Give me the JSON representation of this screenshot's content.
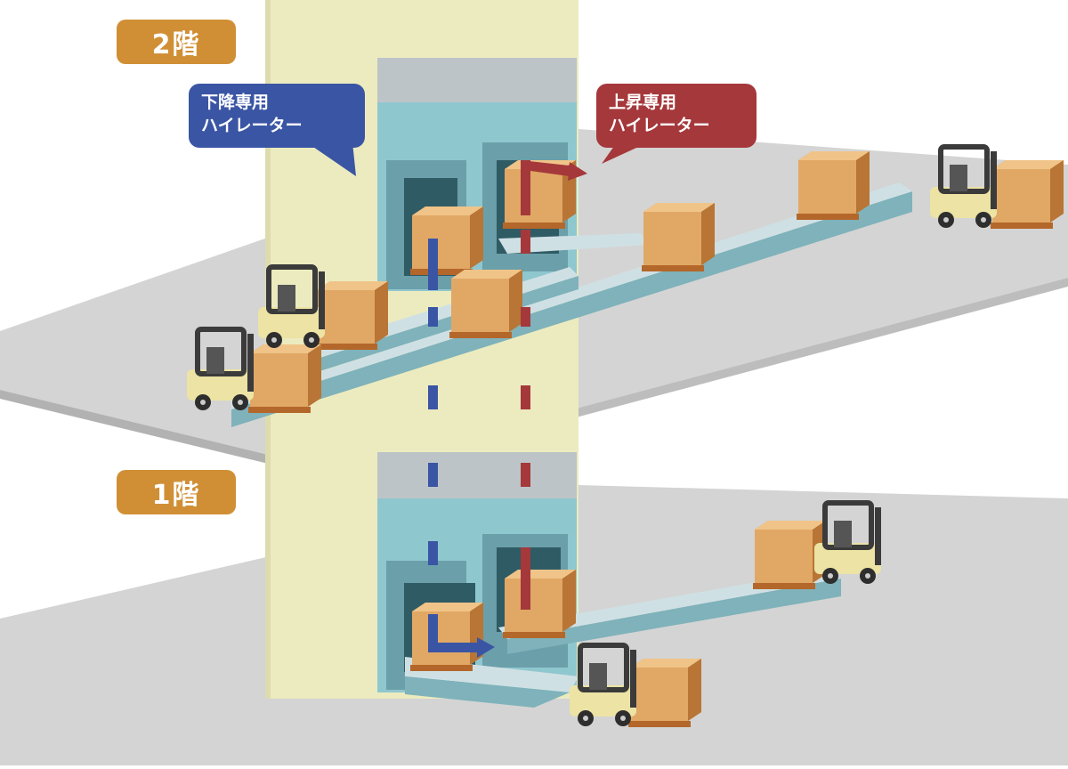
{
  "floors": {
    "upper": "2階",
    "lower": "1階"
  },
  "callouts": {
    "down": {
      "line1": "下降専用",
      "line2": "ハイレーター"
    },
    "up": {
      "line1": "上昇専用",
      "line2": "ハイレーター"
    }
  },
  "colors": {
    "floor_tag": "#d08f35",
    "down_blue": "#3a55a4",
    "up_red": "#a5383b",
    "shaft": "#ecebbf",
    "frame": "#8fc7cf",
    "box": "#d79a55",
    "floor": "#d3d3d3"
  }
}
